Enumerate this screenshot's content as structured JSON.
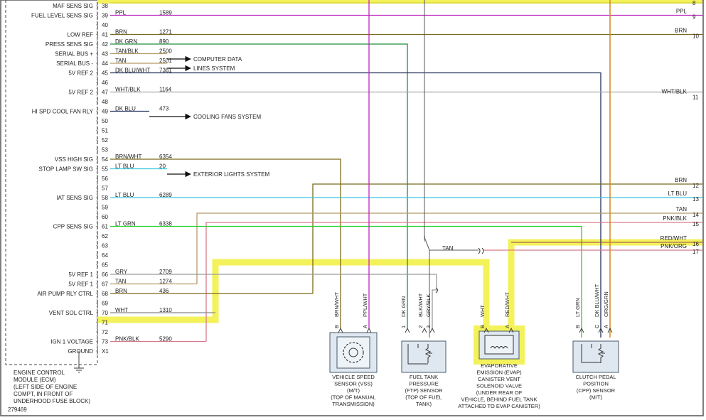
{
  "ecm": {
    "pins": [
      {
        "pin": "38",
        "label": "MAF SENS SIG",
        "color": "",
        "circuit": ""
      },
      {
        "pin": "39",
        "label": "FUEL LEVEL SENS SIG",
        "color": "PPL",
        "circuit": "1589"
      },
      {
        "pin": "40",
        "label": "",
        "color": "",
        "circuit": ""
      },
      {
        "pin": "41",
        "label": "LOW REF",
        "color": "BRN",
        "circuit": "1271"
      },
      {
        "pin": "42",
        "label": "PRESS SENS SIG",
        "color": "DK GRN",
        "circuit": "890"
      },
      {
        "pin": "43",
        "label": "SERIAL BUS +",
        "color": "TAN/BLK",
        "circuit": "2500"
      },
      {
        "pin": "44",
        "label": "SERIAL BUS -",
        "color": "TAN",
        "circuit": "2501"
      },
      {
        "pin": "45",
        "label": "5V REF 2",
        "color": "DK BLU/WHT",
        "circuit": "7361"
      },
      {
        "pin": "46",
        "label": "",
        "color": "",
        "circuit": ""
      },
      {
        "pin": "47",
        "label": "5V REF 2",
        "color": "WHT/BLK",
        "circuit": "1164"
      },
      {
        "pin": "48",
        "label": "",
        "color": "",
        "circuit": ""
      },
      {
        "pin": "49",
        "label": "HI SPD COOL FAN RLY",
        "color": "DK BLU",
        "circuit": "473"
      },
      {
        "pin": "50",
        "label": "",
        "color": "",
        "circuit": ""
      },
      {
        "pin": "51",
        "label": "",
        "color": "",
        "circuit": ""
      },
      {
        "pin": "52",
        "label": "",
        "color": "",
        "circuit": ""
      },
      {
        "pin": "53",
        "label": "",
        "color": "",
        "circuit": ""
      },
      {
        "pin": "54",
        "label": "VSS HIGH SIG",
        "color": "BRN/WHT",
        "circuit": "6354"
      },
      {
        "pin": "55",
        "label": "STOP LAMP SW SIG",
        "color": "LT BLU",
        "circuit": "20"
      },
      {
        "pin": "56",
        "label": "",
        "color": "",
        "circuit": ""
      },
      {
        "pin": "57",
        "label": "",
        "color": "",
        "circuit": ""
      },
      {
        "pin": "58",
        "label": "IAT SENS SIG",
        "color": "LT BLU",
        "circuit": "6289"
      },
      {
        "pin": "59",
        "label": "",
        "color": "",
        "circuit": ""
      },
      {
        "pin": "60",
        "label": "",
        "color": "",
        "circuit": ""
      },
      {
        "pin": "61",
        "label": "CPP SENS SIG",
        "color": "LT GRN",
        "circuit": "6338"
      },
      {
        "pin": "62",
        "label": "",
        "color": "",
        "circuit": ""
      },
      {
        "pin": "63",
        "label": "",
        "color": "",
        "circuit": ""
      },
      {
        "pin": "64",
        "label": "",
        "color": "",
        "circuit": ""
      },
      {
        "pin": "65",
        "label": "",
        "color": "",
        "circuit": ""
      },
      {
        "pin": "66",
        "label": "5V REF 1",
        "color": "GRY",
        "circuit": "2709"
      },
      {
        "pin": "67",
        "label": "5V REF 1",
        "color": "TAN",
        "circuit": "1274"
      },
      {
        "pin": "68",
        "label": "AIR PUMP RLY CTRL",
        "color": "BRN",
        "circuit": "436"
      },
      {
        "pin": "69",
        "label": "",
        "color": "",
        "circuit": ""
      },
      {
        "pin": "70",
        "label": "VENT SOL CTRL",
        "color": "WHT",
        "circuit": "1310"
      },
      {
        "pin": "71",
        "label": "",
        "color": "",
        "circuit": ""
      },
      {
        "pin": "72",
        "label": "",
        "color": "",
        "circuit": ""
      },
      {
        "pin": "73",
        "label": "IGN 1 VOLTAGE",
        "color": "PNK/BLK",
        "circuit": "5290"
      },
      {
        "pin": "X1",
        "label": "GROUND",
        "color": "",
        "circuit": ""
      }
    ],
    "caption": [
      "ENGINE CONTROL",
      "MODULE (ECM)",
      "(LEFT SIDE OF ENGINE",
      "COMPT, IN FRONT OF",
      "UNDERHOOD FUSE BLOCK)"
    ],
    "figure_id": "279469"
  },
  "references": {
    "computer_data": [
      "COMPUTER DATA",
      "LINES SYSTEM"
    ],
    "cooling_fans": "COOLING FANS SYSTEM",
    "exterior_lights": "EXTERIOR LIGHTS SYSTEM"
  },
  "right_terminals": [
    {
      "color": "",
      "num": "8"
    },
    {
      "color": "PPL",
      "num": "9"
    },
    {
      "color": "BRN",
      "num": "10"
    },
    {
      "color": "WHT/BLK",
      "num": "11"
    },
    {
      "color": "BRN",
      "num": "12"
    },
    {
      "color": "LT BLU",
      "num": "13"
    },
    {
      "color": "TAN",
      "num": "14"
    },
    {
      "color": "PNK/BLK",
      "num": "15"
    },
    {
      "color": "RED/WHT",
      "num": "16"
    },
    {
      "color": "PNK/ORG",
      "num": "17"
    }
  ],
  "splice_label": "TAN",
  "components": {
    "vss": {
      "pins": [
        {
          "letter": "B",
          "wire": "BRN/WHT"
        },
        {
          "letter": "A",
          "wire": "PPL/WHT"
        }
      ],
      "caption": [
        "VEHICLE SPEED",
        "SENSOR (VSS)",
        "(M/T)",
        "(TOP OF MANUAL",
        "TRANSMISSION)"
      ]
    },
    "ftp": {
      "pins": [
        {
          "letter": "1",
          "wire": "DK GRN"
        },
        {
          "letter": "2",
          "wire": "BLK/WHT"
        },
        {
          "letter": "3",
          "wire": "GRY/BLK"
        }
      ],
      "caption": [
        "FUEL TANK",
        "PRESSURE",
        "(FTP) SENSOR",
        "(TOP OF FUEL",
        "TANK)"
      ]
    },
    "evap": {
      "pins": [
        {
          "letter": "B",
          "wire": "WHT"
        },
        {
          "letter": "A",
          "wire": "RED/WHT"
        }
      ],
      "caption": [
        "EVAPORATIVE",
        "EMISSION (EVAP)",
        "CANISTER VENT",
        "SOLENOID VALVE",
        "(UNDER REAR OF",
        "VEHICLE, BEHIND FUEL TANK",
        "ATTACHED TO EVAP CANISTER)"
      ]
    },
    "cpp": {
      "pins": [
        {
          "letter": "B",
          "wire": "LT GRN"
        },
        {
          "letter": "C",
          "wire": "DK BLU/WHT"
        },
        {
          "letter": "A",
          "wire": "ORG/GRN"
        }
      ],
      "caption": [
        "CLUTCH PEDAL",
        "POSITION",
        "(CPP) SENSOR",
        "(M/T)"
      ]
    }
  },
  "colors": {
    "highlight": "#f3f25a",
    "ppl": "#c026c0",
    "brn": "#7a6a1a",
    "dk_grn": "#1f8f3a",
    "tan": "#b59a66",
    "dk_blu": "#20305a",
    "wht_blk": "#a8a8a8",
    "lt_blu": "#35c8e0",
    "lt_grn": "#27d127",
    "pnk": "#d77a8a",
    "gry": "#9a9a9a"
  }
}
